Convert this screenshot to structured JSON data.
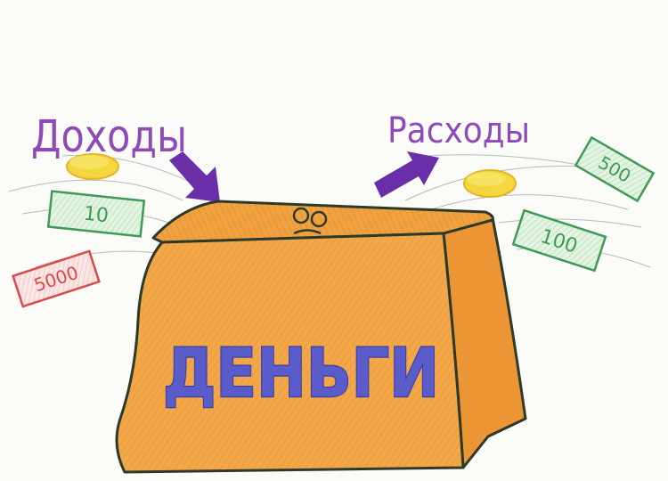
{
  "drawing": {
    "income_label": "Доходы",
    "expenses_label": "Расходы",
    "bag_label": "ДЕНЬГИ",
    "income_banknotes": [
      {
        "denomination": "10"
      },
      {
        "denomination": "5000"
      }
    ],
    "expense_banknotes": [
      {
        "denomination": "500"
      },
      {
        "denomination": "100"
      }
    ],
    "coins": [
      "gold-coin",
      "gold-coin"
    ],
    "arrows": [
      "arrow-in-icon",
      "arrow-out-icon"
    ],
    "colors": {
      "paper": "#fbfbf8",
      "label_purple": "#8e4bb8",
      "arrow_purple": "#6a2fa8",
      "bag_orange": "#f0a44a",
      "bag_orange_dark": "#e08a2c",
      "bag_outline": "#2d3a2a",
      "bag_text_blue": "#5a5cc9",
      "banknote_green": "#3f9a55",
      "banknote_fill": "#d6efd6",
      "banknote_red": "#d94a4a",
      "banknote_red_fill": "#f9dcdc",
      "coin_gold": "#f2d33c"
    }
  }
}
